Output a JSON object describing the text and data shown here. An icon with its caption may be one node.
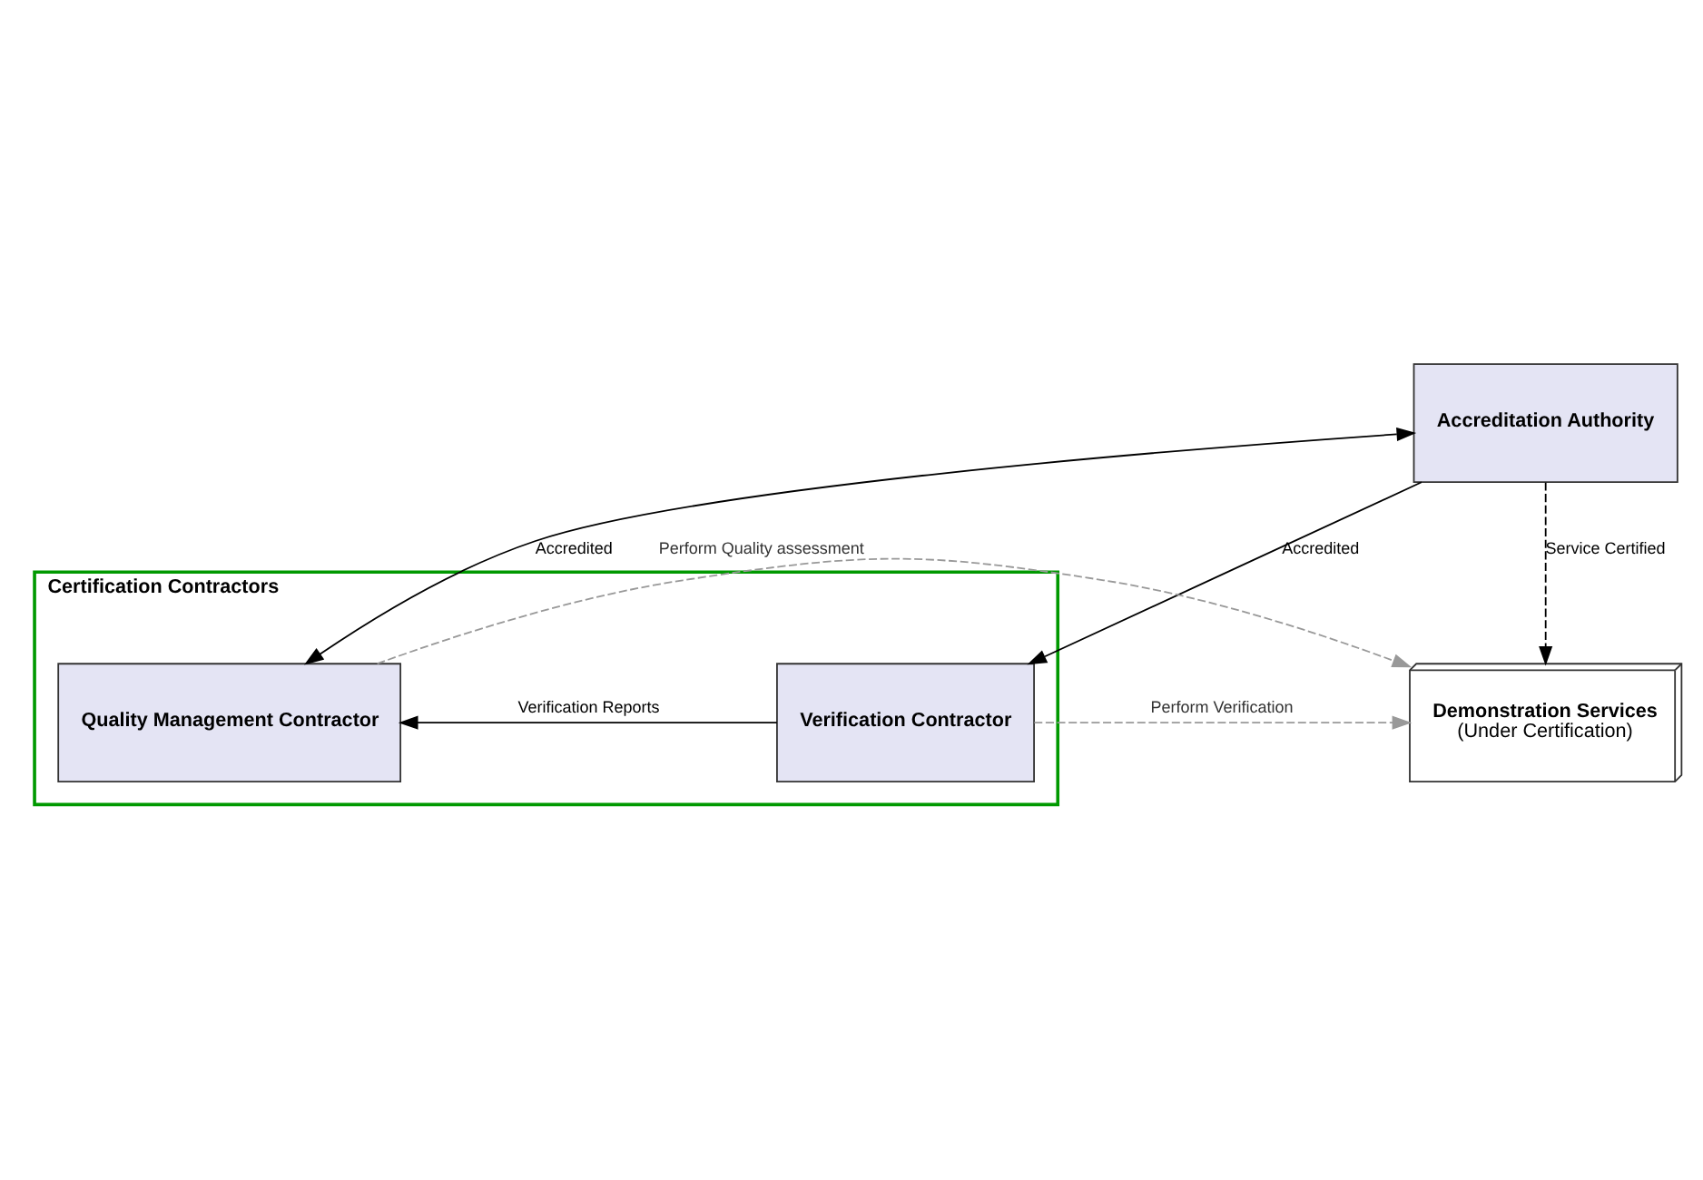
{
  "diagram": {
    "nodes": [
      {
        "text": [
          "Accreditation Authority"
        ]
      },
      {
        "text": [
          "Certification Contractors"
        ]
      },
      {
        "text": [
          "Quality Management Contractor"
        ],
        "in": 1
      },
      {
        "text": [
          "Verification Contractor"
        ],
        "in": 1
      },
      {
        "text": [
          "Demonstration Services",
          "(Under Certification)"
        ]
      }
    ],
    "edges": [
      {
        "from": 0,
        "to": 2,
        "arrow": "both",
        "label": "Accredited"
      },
      {
        "from": 0,
        "to": 3,
        "arrow": "to",
        "label": "Accredited"
      },
      {
        "from": 3,
        "to": 2,
        "arrow": "to",
        "label": "Verification Reports"
      },
      {
        "from": 0,
        "to": 4,
        "arrow": "to",
        "label": "Service Certified",
        "style": "dashed"
      },
      {
        "from": 2,
        "to": 4,
        "arrow": "to",
        "label": "Perform Quality assessment",
        "style": "dashed",
        "color": "#999999"
      },
      {
        "from": 3,
        "to": 4,
        "arrow": "to",
        "label": "Perform Verification",
        "style": "dashed",
        "color": "#999999"
      }
    ]
  }
}
